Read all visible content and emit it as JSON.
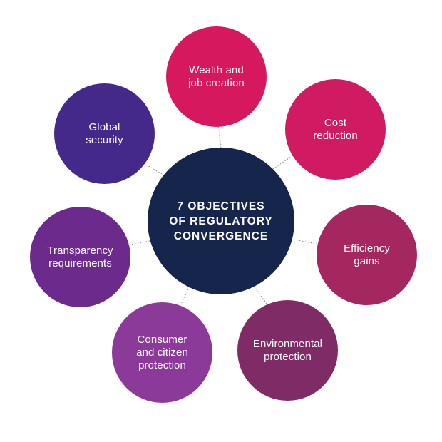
{
  "center": {
    "label": "7 OBJECTIVES\nOF REGULATORY\nCONVERGENCE",
    "color": "#16254c"
  },
  "objectives": [
    {
      "label": "Wealth and\njob creation",
      "color": "#d6195f"
    },
    {
      "label": "Cost\nreduction",
      "color": "#d01a62"
    },
    {
      "label": "Efficiency\ngains",
      "color": "#a52760"
    },
    {
      "label": "Environmental\nprotection",
      "color": "#7f2b66"
    },
    {
      "label": "Consumer\nand citizen\nprotection",
      "color": "#8c3a9a"
    },
    {
      "label": "Transparency\nrequirements",
      "color": "#6c2a8c"
    },
    {
      "label": "Global\nsecurity",
      "color": "#45298a"
    }
  ]
}
